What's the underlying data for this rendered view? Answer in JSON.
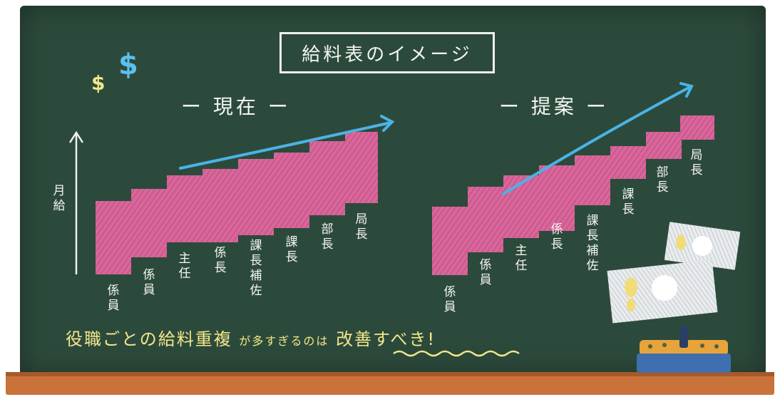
{
  "title": "給料表のイメージ",
  "left_section": {
    "heading": "ー 現在 ー",
    "y_axis_label": "月給",
    "ranks": [
      "係員",
      "係員",
      "主任",
      "係長",
      "課長補佐",
      "課長",
      "部長",
      "局長"
    ]
  },
  "right_section": {
    "heading": "ー 提案 ー",
    "ranks": [
      "係員",
      "係員",
      "主任",
      "係長",
      "課長補佐",
      "課長",
      "部長",
      "局長"
    ]
  },
  "bottom_message": {
    "part1": "役職ごとの給料重複",
    "part2": "が多すぎるのは",
    "part3": "改善すべき!"
  },
  "icons": {
    "dollar_small": "$",
    "dollar_large": "$"
  },
  "colors": {
    "board": "#2c4a3b",
    "bar": "#d9669a",
    "arrow": "#4ab3e6",
    "accent_text": "#f3e68a",
    "ledge": "#c9733a"
  }
}
